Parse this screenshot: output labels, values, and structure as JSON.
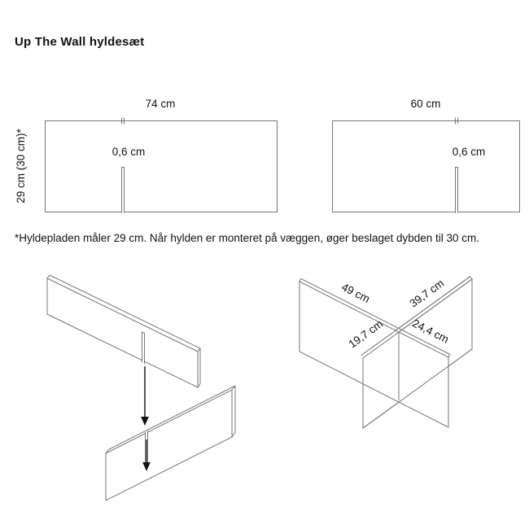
{
  "page": {
    "title": "Up The Wall hyldesæt",
    "footnote": "*Hyldepladen måler 29 cm. Når hylden er monteret på væggen, øger beslaget dybden til 30 cm."
  },
  "colors": {
    "background": "#ffffff",
    "text": "#111111",
    "line": "#757575"
  },
  "dimension_diagrams": {
    "large_shelf": {
      "width_label": "74 cm",
      "depth_label": "29 cm (30 cm)*",
      "slot_width_label": "0,6 cm"
    },
    "small_shelf": {
      "width_label": "60 cm",
      "slot_width_label": "0,6 cm"
    }
  },
  "assembled_diagram": {
    "large_left_segment_label": "49 cm",
    "large_right_segment_label": "24,4 cm",
    "small_left_segment_label": "19,7 cm",
    "small_right_segment_label": "39,7 cm"
  }
}
